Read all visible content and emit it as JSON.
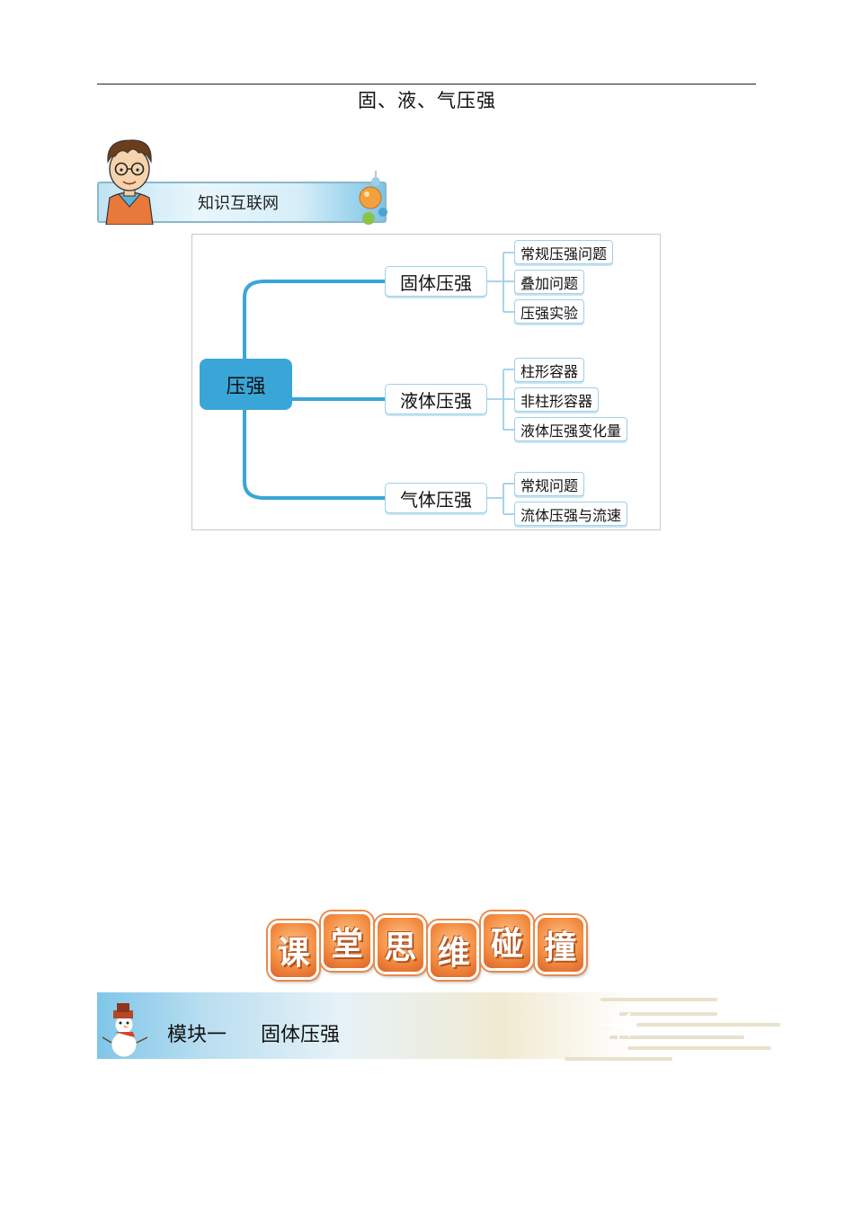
{
  "header": {
    "title": "固、液、气压强"
  },
  "section1": {
    "label": "知识互联网"
  },
  "mindmap": {
    "root": "压强",
    "branches": [
      {
        "label": "固体压强",
        "leaves": [
          "常规压强问题",
          "叠加问题",
          "压强实验"
        ]
      },
      {
        "label": "液体压强",
        "leaves": [
          "柱形容器",
          "非柱形容器",
          "液体压强变化量"
        ]
      },
      {
        "label": "气体压强",
        "leaves": [
          "常规问题",
          "流体压强与流速"
        ]
      }
    ]
  },
  "big_title": {
    "chars": [
      "课",
      "堂",
      "思",
      "维",
      "碰",
      "撞"
    ]
  },
  "module": {
    "name": "模块一",
    "title": "固体压强"
  },
  "colors": {
    "accent": "#3aa6d8",
    "connector": "#3aa6d8",
    "title_orange": "#f28a3e"
  }
}
